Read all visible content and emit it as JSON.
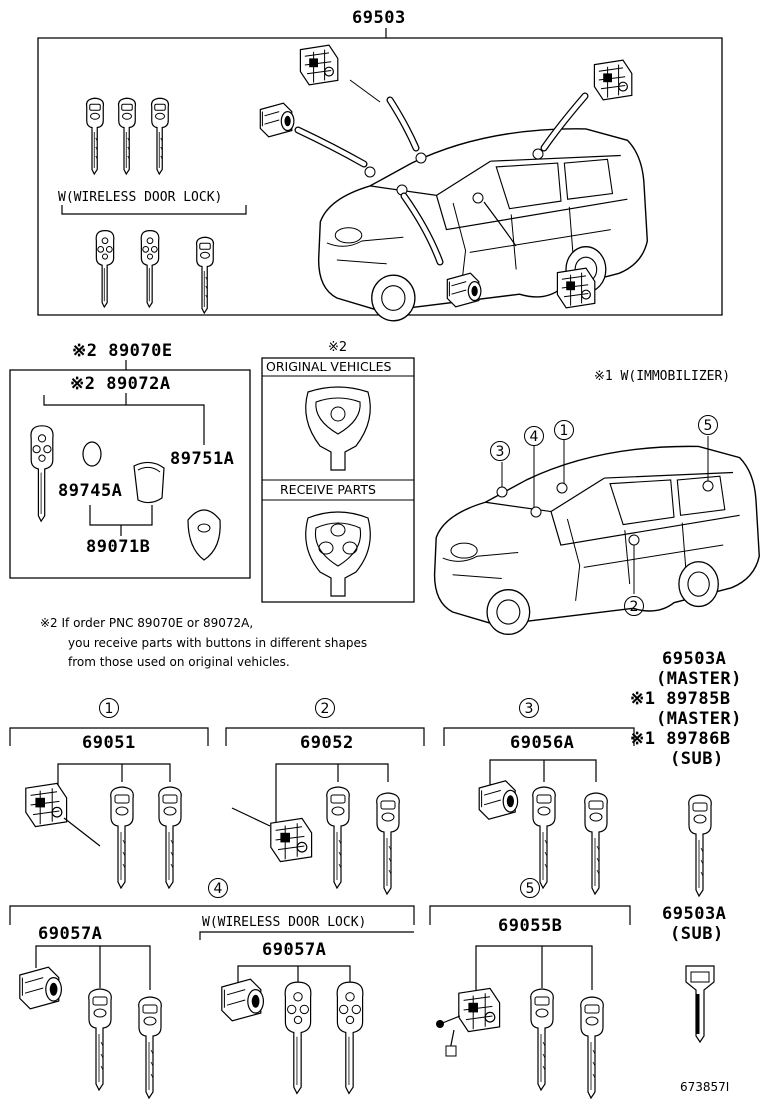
{
  "diagram": {
    "main_part": "69503",
    "wireless_label_top": "W(WIRELESS DOOR LOCK)",
    "remote_box": {
      "set_part": "※2 89070E",
      "key_part": "※2 89072A",
      "p1": "89751A",
      "p2": "89745A",
      "p3": "89071B"
    },
    "compare_box": {
      "mark": "※2",
      "original": "ORIGINAL VEHICLES",
      "receive": "RECEIVE PARTS"
    },
    "immobilizer_label": "※1 W(IMMOBILIZER)",
    "note_lines": [
      "※2 If order PNC 89070E or 89072A,",
      "you receive parts with buttons in different shapes",
      "from those used on original vehicles."
    ],
    "circles": [
      "1",
      "2",
      "3",
      "4",
      "5"
    ],
    "groups": {
      "g1": "69051",
      "g2": "69052",
      "g3": "69056A",
      "g4a": "69057A",
      "g4_wireless_label": "W(WIRELESS DOOR LOCK)",
      "g4b": "69057A",
      "g5": "69055B"
    },
    "right_col": {
      "master_part": "69503A",
      "master_label": "(MASTER)",
      "k1_part": "※1 89785B",
      "k1_label": "(MASTER)",
      "k2_part": "※1 89786B",
      "k2_label": "(SUB)",
      "sub_part": "69503A",
      "sub_label": "(SUB)"
    },
    "drawing_id": "673857I"
  }
}
